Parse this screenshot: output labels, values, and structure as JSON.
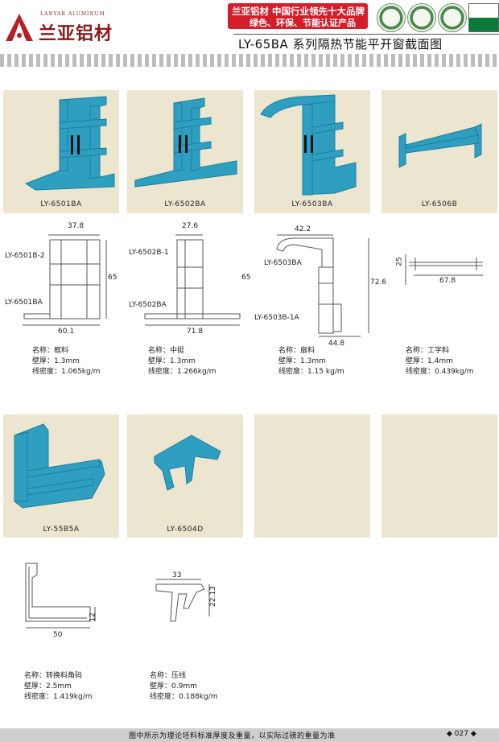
{
  "header": {
    "logo_en": "LANYAR ALUMINUM",
    "logo_cn": "兰亚铝材",
    "brand_line1": "兰亚铝材  中国行业领先十大品牌",
    "brand_line2": "绿色、环保、节能认证产品",
    "page_title": "LY-65BA  系列隔热节能平开窗截面图"
  },
  "products": [
    {
      "label": "LY-6501BA"
    },
    {
      "label": "LY-6502BA"
    },
    {
      "label": "LY-6503BA"
    },
    {
      "label": "LY-6506B"
    },
    {
      "label": "LY-55B5A"
    },
    {
      "label": "LY-6504D"
    }
  ],
  "drawings": {
    "d1": {
      "top": "37.8",
      "bottom": "60.1",
      "height": "65",
      "part_a": "LY-6501B-2",
      "part_b": "LY-6501BA"
    },
    "d2": {
      "top": "27.6",
      "bottom": "71.8",
      "height": "65",
      "part_a": "LY-6502B-1",
      "part_b": "LY-6502BA"
    },
    "d3": {
      "top": "42.2",
      "bottom": "44.8",
      "height": "72.6",
      "part_a": "LY-6503BA",
      "part_b": "LY-6503B-1A"
    },
    "d4": {
      "width": "67.8",
      "height": "25"
    },
    "d5": {
      "width": "50",
      "height": "12"
    },
    "d6": {
      "width": "33",
      "height": "22.13"
    }
  },
  "specs": [
    {
      "name": "名称：框料",
      "wall": "壁厚：1.3mm",
      "density": "线密度：1.065kg/m"
    },
    {
      "name": "名称：中挺",
      "wall": "壁厚：1.3mm",
      "density": "线密度：1.266kg/m"
    },
    {
      "name": "名称：扇料",
      "wall": "壁厚：1.3mm",
      "density": "线密度：1.15 kg/m"
    },
    {
      "name": "名称：工字料",
      "wall": "壁厚：1.4mm",
      "density": "线密度：0.439kg/m"
    },
    {
      "name": "名称：转换料角码",
      "wall": "壁厚：2.5mm",
      "density": "线密度：1.419kg/m"
    },
    {
      "name": "名称：压线",
      "wall": "壁厚：0.9mm",
      "density": "线密度：0.188kg/m"
    }
  ],
  "footer": {
    "note": "图中所示为理论坯料标准厚度及重量，以实际过磅的重量为准",
    "page": "◆ 027 ◆"
  },
  "colors": {
    "brand_red": "#d51e2a",
    "panel_bg": "#ece5cf",
    "profile_blue": "#2e9fc1"
  }
}
